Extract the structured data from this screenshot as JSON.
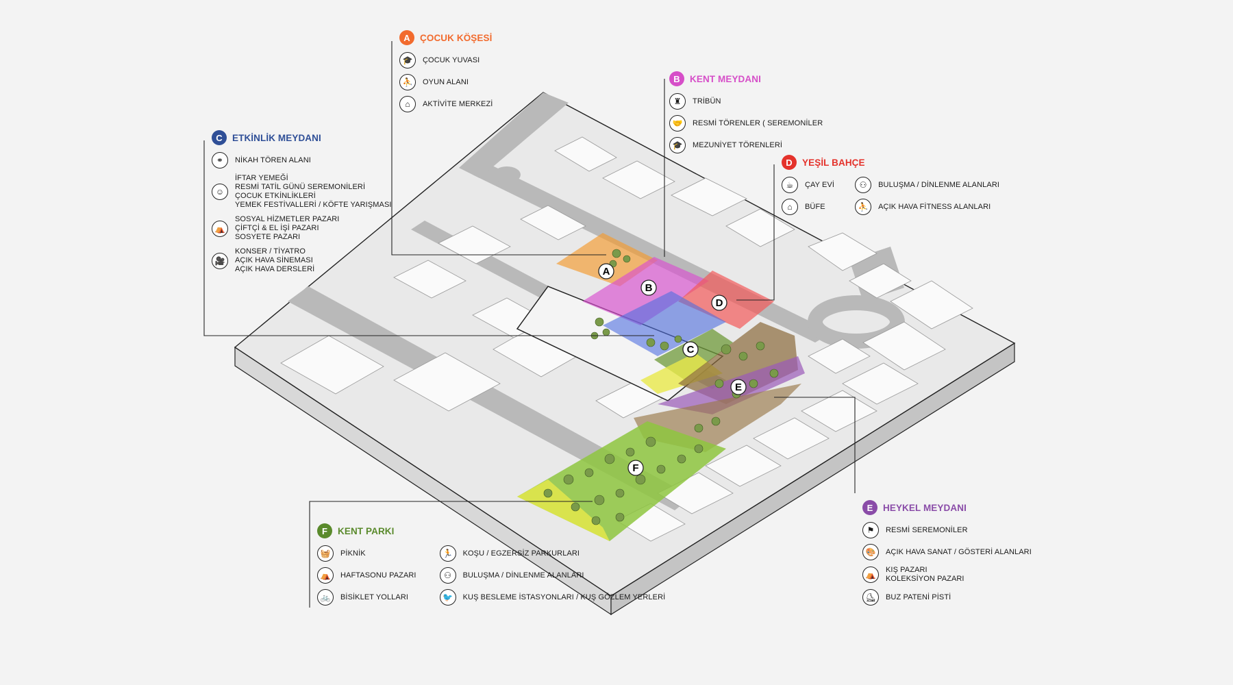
{
  "colors": {
    "A": "#f26b2e",
    "B": "#d64ec8",
    "C": "#2f4f97",
    "D": "#e4322b",
    "E": "#8a4ca8",
    "F": "#5a8a2c"
  },
  "zones": {
    "A": {
      "letter": "A",
      "title": "ÇOCUK KÖŞESİ",
      "items": [
        {
          "icon": "graduation-cap-icon",
          "glyph": "🎓",
          "label": "ÇOCUK YUVASI"
        },
        {
          "icon": "playground-icon",
          "glyph": "⛹",
          "label": "OYUN ALANI"
        },
        {
          "icon": "house-icon",
          "glyph": "⌂",
          "label": "AKTİVİTE MERKEZİ"
        }
      ]
    },
    "B": {
      "letter": "B",
      "title": "KENT MEYDANI",
      "items": [
        {
          "icon": "podium-icon",
          "glyph": "♜",
          "label": "TRİBÜN"
        },
        {
          "icon": "handshake-icon",
          "glyph": "🤝",
          "label": "RESMİ TÖRENLER ( SEREMONİLER"
        },
        {
          "icon": "graduation-icon",
          "glyph": "🎓",
          "label": "MEZUNİYET TÖRENLERİ"
        }
      ]
    },
    "C": {
      "letter": "C",
      "title": "ETKİNLİK MEYDANI",
      "items": [
        {
          "icon": "wedding-couple-icon",
          "glyph": "⚭",
          "label": "NİKAH TÖREN ALANI"
        },
        {
          "icon": "family-event-icon",
          "glyph": "☺",
          "label": "İFTAR YEMEĞİ\nRESMİ TATİL GÜNÜ SEREMONİLERİ\nÇOCUK ETKİNLİKLERİ\nYEMEK FESTİVALLERİ / KÖFTE YARIŞMASI"
        },
        {
          "icon": "market-stall-icon",
          "glyph": "⛺",
          "label": "SOSYAL HİZMETLER PAZARI\nÇİFTÇİ & EL İŞİ PAZARI\nSOSYETE PAZARI"
        },
        {
          "icon": "theatre-camera-icon",
          "glyph": "🎥",
          "label": "KONSER / TİYATRO\nAÇIK HAVA SİNEMASI\nAÇIK HAVA DERSLERİ"
        }
      ]
    },
    "D": {
      "letter": "D",
      "title": "YEŞİL BAHÇE",
      "items": [
        {
          "icon": "tea-cup-icon",
          "glyph": "☕",
          "label": "ÇAY EVİ"
        },
        {
          "icon": "people-meeting-icon",
          "glyph": "⚇",
          "label": "BULUŞMA / DİNLENME ALANLARI"
        },
        {
          "icon": "kiosk-icon",
          "glyph": "⌂",
          "label": "BÜFE"
        },
        {
          "icon": "fitness-icon",
          "glyph": "⛹",
          "label": "AÇIK HAVA FİTNESS ALANLARI"
        }
      ]
    },
    "E": {
      "letter": "E",
      "title": "HEYKEL MEYDANI",
      "items": [
        {
          "icon": "ceremony-icon",
          "glyph": "⚑",
          "label": "RESMİ SEREMONİLER"
        },
        {
          "icon": "art-palette-icon",
          "glyph": "🎨",
          "label": "AÇIK HAVA SANAT / GÖSTERİ ALANLARI"
        },
        {
          "icon": "market-stall-icon",
          "glyph": "⛺",
          "label": "KIŞ PAZARI\nKOLEKSİYON PAZARI"
        },
        {
          "icon": "ice-skate-icon",
          "glyph": "⛸",
          "label": "BUZ PATENİ PİSTİ"
        }
      ]
    },
    "F": {
      "letter": "F",
      "title": "KENT PARKI",
      "items": [
        {
          "icon": "picnic-basket-icon",
          "glyph": "🧺",
          "label": "PİKNİK"
        },
        {
          "icon": "running-icon",
          "glyph": "🏃",
          "label": "KOŞU / EGZERSİZ PARKURLARI"
        },
        {
          "icon": "market-stall-icon",
          "glyph": "⛺",
          "label": "HAFTASONU PAZARI"
        },
        {
          "icon": "people-meeting-icon",
          "glyph": "⚇",
          "label": "BULUŞMA / DİNLENME ALANLARI"
        },
        {
          "icon": "bicycle-icon",
          "glyph": "🚲",
          "label": "BİSİKLET YOLLARI"
        },
        {
          "icon": "bird-icon",
          "glyph": "🐦",
          "label": "KUŞ BESLEME İSTASYONLARI / KUŞ GÖZLEM YERLERİ"
        }
      ]
    }
  }
}
